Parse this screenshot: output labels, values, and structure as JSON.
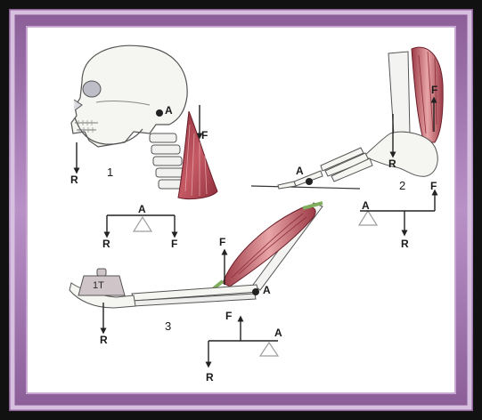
{
  "colors": {
    "outer_border": "#1c1c1c",
    "frame_gradient_outer": "#7a4f86",
    "frame_gradient_inner": "#c9a9d6",
    "panel_background": "#ffffff",
    "muscle": "#b04a55",
    "muscle_highlight": "#e9a5a8",
    "bone": "#f4f4f1",
    "bone_shadow": "#9a9ab0",
    "arrow": "#222222",
    "tendon": "#8db96a",
    "fulcrum_triangle": "#9e9e9e"
  },
  "figure1": {
    "number": "1",
    "image": {
      "icon": "skull-neck-lever-icon",
      "labels": {
        "fulcrum": "A",
        "force": "F",
        "resistance": "R"
      }
    },
    "scheme": {
      "fulcrum": "A",
      "resistance": "R",
      "force": "F"
    }
  },
  "figure2": {
    "number": "2",
    "image": {
      "icon": "foot-lever-icon",
      "labels": {
        "fulcrum": "A",
        "force": "F",
        "resistance": "R"
      }
    },
    "scheme": {
      "fulcrum": "A",
      "resistance": "R",
      "force": "F"
    }
  },
  "figure3": {
    "number": "3",
    "image": {
      "icon": "forearm-lever-icon",
      "labels": {
        "fulcrum": "A",
        "force": "F",
        "resistance": "R",
        "weight": "1T"
      }
    },
    "scheme": {
      "fulcrum": "A",
      "resistance": "R",
      "force": "F"
    }
  }
}
